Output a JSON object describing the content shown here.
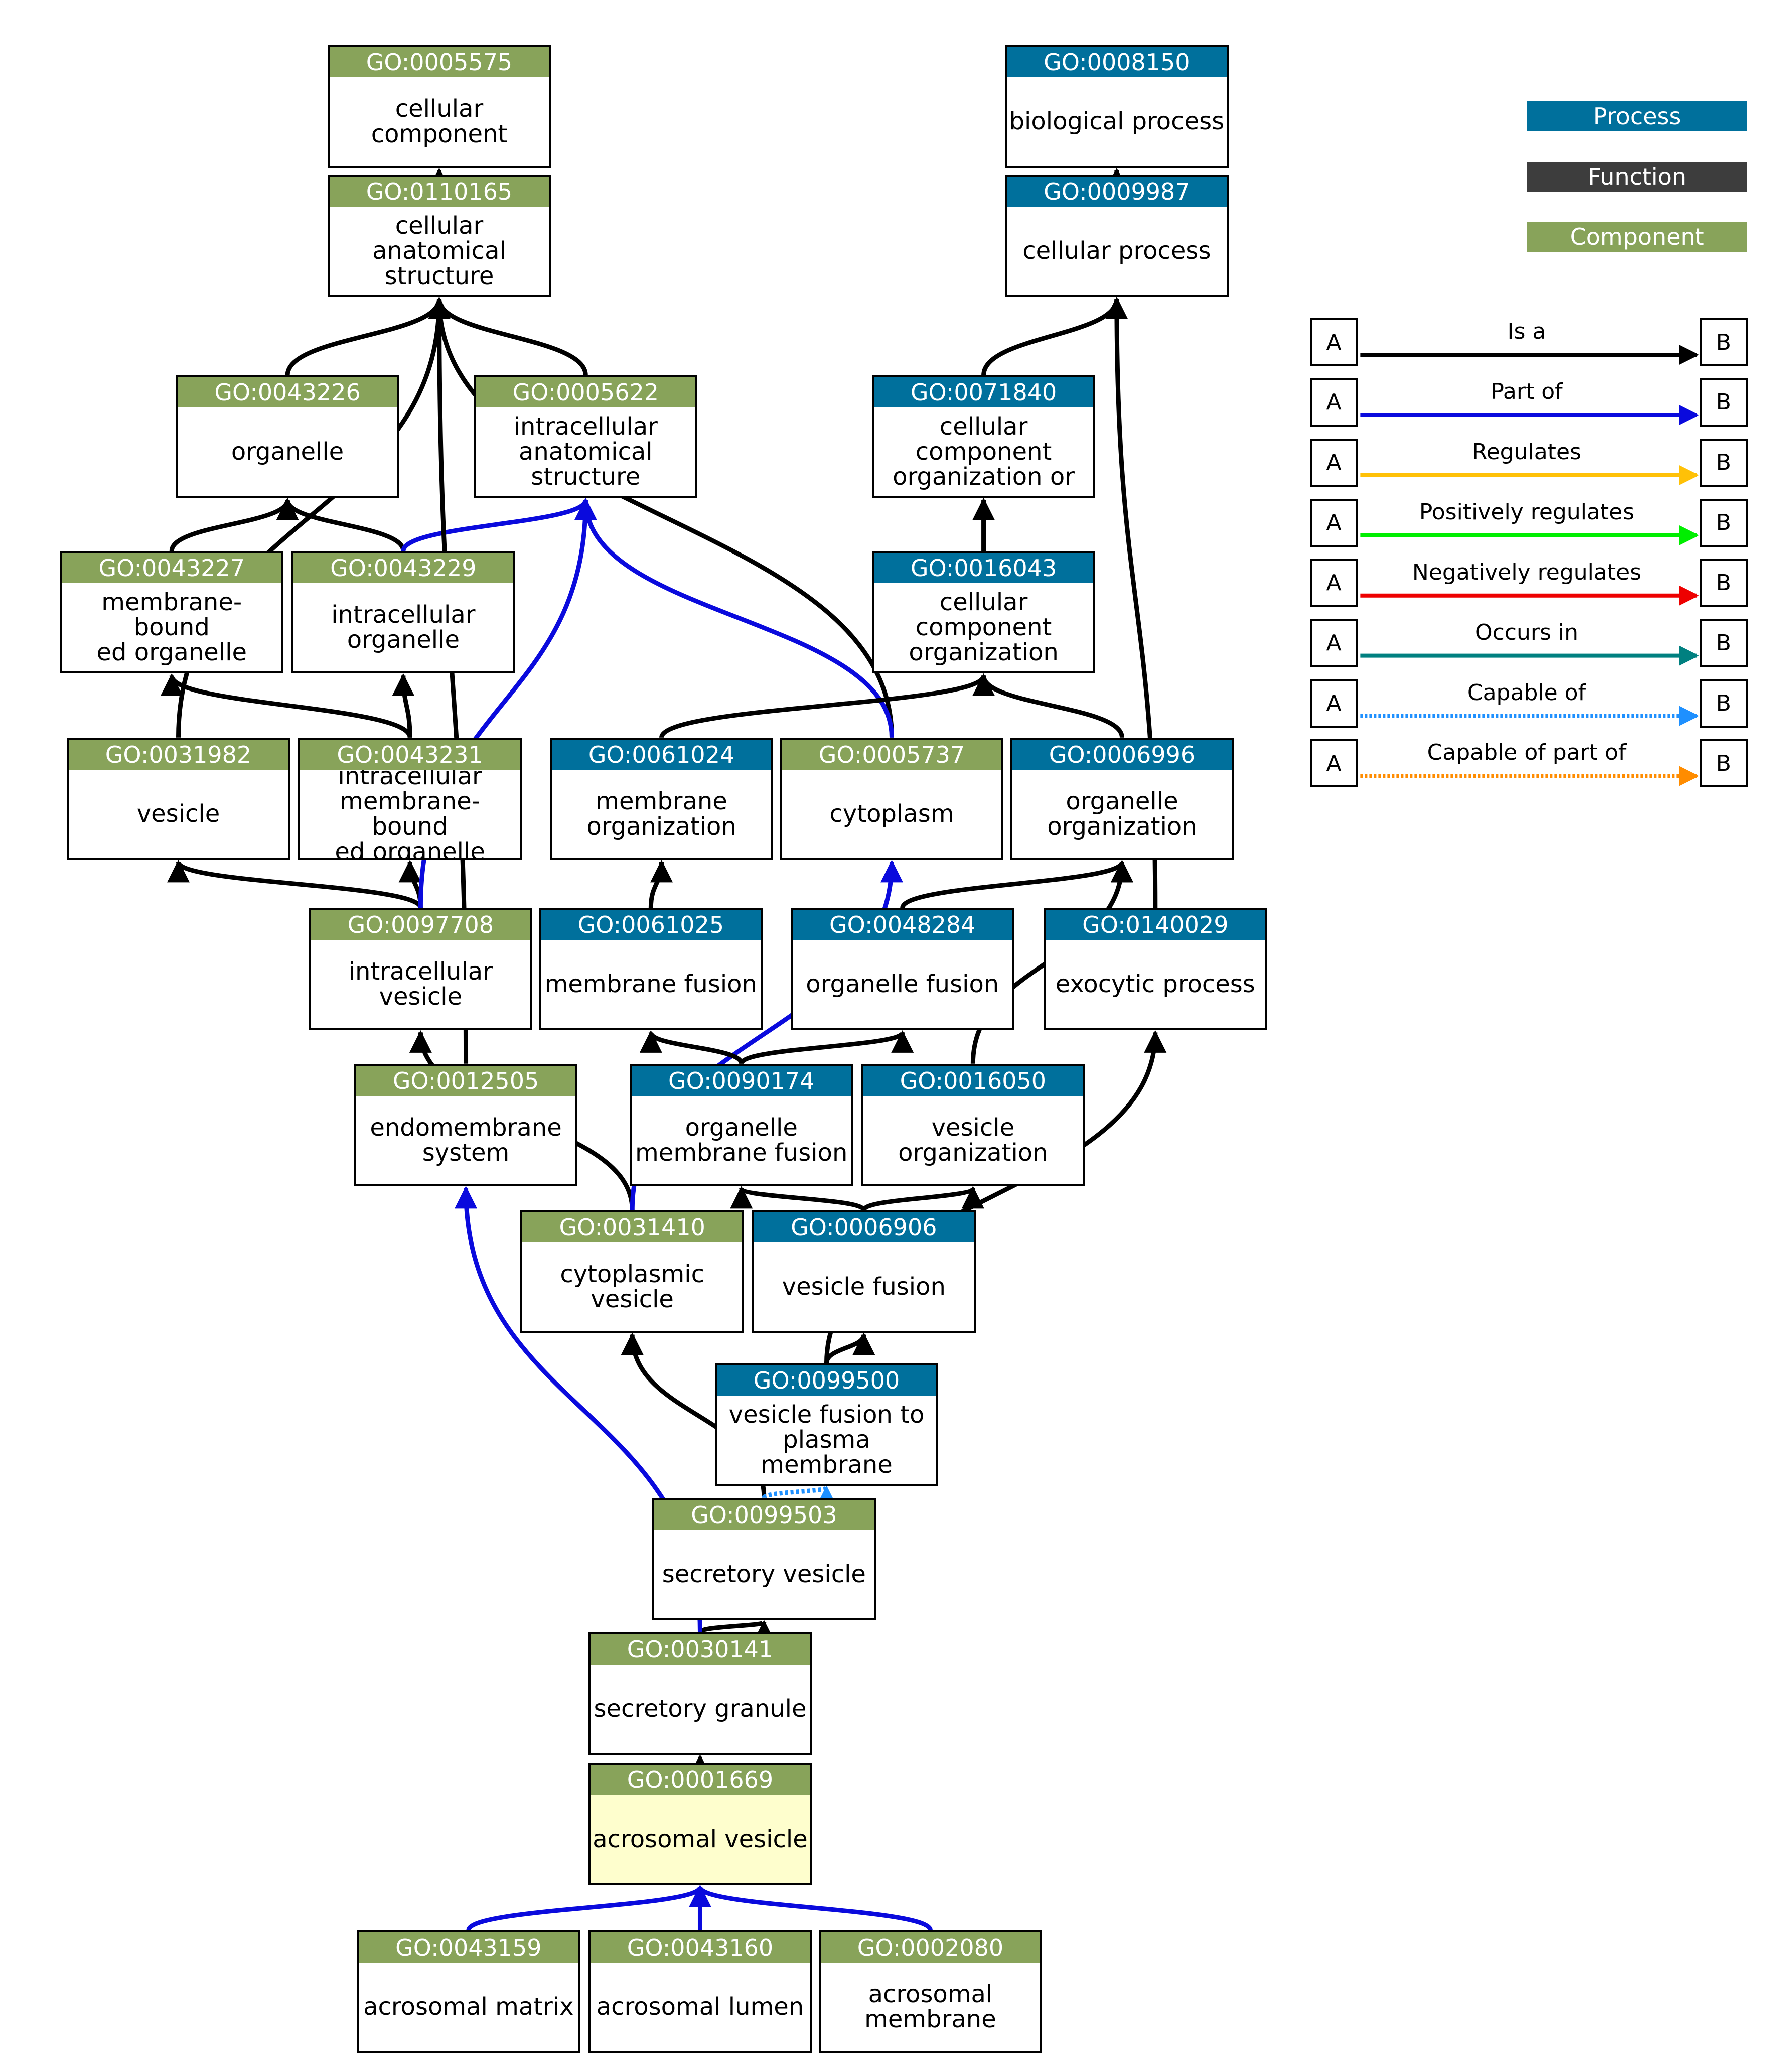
{
  "colors": {
    "process": "#00709c",
    "function": "#3d3d3d",
    "component": "#88a35a",
    "is_a": "#000000",
    "part_of": "#0a0add",
    "capable_of": "#1e90ff",
    "highlight_fill": "#fefecd"
  },
  "nodes": [
    {
      "id": "GO:0005575",
      "label": "cellular\ncomponent",
      "type": "component"
    },
    {
      "id": "GO:0110165",
      "label": "cellular\nanatomical\nstructure",
      "type": "component"
    },
    {
      "id": "GO:0043226",
      "label": "organelle",
      "type": "component"
    },
    {
      "id": "GO:0005622",
      "label": "intracellular\nanatomical\nstructure",
      "type": "component"
    },
    {
      "id": "GO:0043227",
      "label": "membrane-bound\ned organelle",
      "type": "component"
    },
    {
      "id": "GO:0043229",
      "label": "intracellular\norganelle",
      "type": "component"
    },
    {
      "id": "GO:0031982",
      "label": "vesicle",
      "type": "component"
    },
    {
      "id": "GO:0043231",
      "label": "intracellular\nmembrane-bound\ned organelle",
      "type": "component"
    },
    {
      "id": "GO:0097708",
      "label": "intracellular\nvesicle",
      "type": "component"
    },
    {
      "id": "GO:0012505",
      "label": "endomembrane\nsystem",
      "type": "component"
    },
    {
      "id": "GO:0031410",
      "label": "cytoplasmic\nvesicle",
      "type": "component"
    },
    {
      "id": "GO:0005737",
      "label": "cytoplasm",
      "type": "component"
    },
    {
      "id": "GO:0099503",
      "label": "secretory vesicle",
      "type": "component"
    },
    {
      "id": "GO:0030141",
      "label": "secretory granule",
      "type": "component"
    },
    {
      "id": "GO:0001669",
      "label": "acrosomal vesicle",
      "type": "component",
      "highlight": true
    },
    {
      "id": "GO:0043159",
      "label": "acrosomal matrix",
      "type": "component"
    },
    {
      "id": "GO:0043160",
      "label": "acrosomal lumen",
      "type": "component"
    },
    {
      "id": "GO:0002080",
      "label": "acrosomal\nmembrane",
      "type": "component"
    },
    {
      "id": "GO:0008150",
      "label": "biological process",
      "type": "process"
    },
    {
      "id": "GO:0009987",
      "label": "cellular process",
      "type": "process"
    },
    {
      "id": "GO:0071840",
      "label": "cellular\ncomponent\norganization or",
      "type": "process"
    },
    {
      "id": "GO:0016043",
      "label": "cellular\ncomponent\norganization",
      "type": "process"
    },
    {
      "id": "GO:0061024",
      "label": "membrane\norganization",
      "type": "process"
    },
    {
      "id": "GO:0006996",
      "label": "organelle\norganization",
      "type": "process"
    },
    {
      "id": "GO:0061025",
      "label": "membrane fusion",
      "type": "process"
    },
    {
      "id": "GO:0048284",
      "label": "organelle fusion",
      "type": "process"
    },
    {
      "id": "GO:0140029",
      "label": "exocytic process",
      "type": "process"
    },
    {
      "id": "GO:0090174",
      "label": "organelle\nmembrane fusion",
      "type": "process"
    },
    {
      "id": "GO:0016050",
      "label": "vesicle\norganization",
      "type": "process"
    },
    {
      "id": "GO:0006906",
      "label": "vesicle fusion",
      "type": "process"
    },
    {
      "id": "GO:0099500",
      "label": "vesicle fusion to\nplasma\nmembrane",
      "type": "process"
    }
  ],
  "edges": [
    {
      "from": "GO:0110165",
      "to": "GO:0005575",
      "rel": "is_a"
    },
    {
      "from": "GO:0043226",
      "to": "GO:0110165",
      "rel": "is_a"
    },
    {
      "from": "GO:0005622",
      "to": "GO:0110165",
      "rel": "is_a"
    },
    {
      "from": "GO:0031982",
      "to": "GO:0110165",
      "rel": "is_a"
    },
    {
      "from": "GO:0005737",
      "to": "GO:0110165",
      "rel": "is_a"
    },
    {
      "from": "GO:0043227",
      "to": "GO:0043226",
      "rel": "is_a"
    },
    {
      "from": "GO:0043229",
      "to": "GO:0043226",
      "rel": "is_a"
    },
    {
      "from": "GO:0043229",
      "to": "GO:0005622",
      "rel": "part_of"
    },
    {
      "from": "GO:0043231",
      "to": "GO:0043227",
      "rel": "is_a"
    },
    {
      "from": "GO:0043231",
      "to": "GO:0043229",
      "rel": "is_a"
    },
    {
      "from": "GO:0097708",
      "to": "GO:0031982",
      "rel": "is_a"
    },
    {
      "from": "GO:0097708",
      "to": "GO:0043231",
      "rel": "is_a"
    },
    {
      "from": "GO:0097708",
      "to": "GO:0005622",
      "rel": "part_of"
    },
    {
      "from": "GO:0005737",
      "to": "GO:0005622",
      "rel": "part_of"
    },
    {
      "from": "GO:0012505",
      "to": "GO:0110165",
      "rel": "is_a"
    },
    {
      "from": "GO:0031410",
      "to": "GO:0097708",
      "rel": "is_a"
    },
    {
      "from": "GO:0031410",
      "to": "GO:0005737",
      "rel": "part_of"
    },
    {
      "from": "GO:0099503",
      "to": "GO:0031410",
      "rel": "is_a"
    },
    {
      "from": "GO:0099503",
      "to": "GO:0099500",
      "rel": "capable_of"
    },
    {
      "from": "GO:0030141",
      "to": "GO:0099503",
      "rel": "is_a"
    },
    {
      "from": "GO:0030141",
      "to": "GO:0012505",
      "rel": "part_of"
    },
    {
      "from": "GO:0001669",
      "to": "GO:0030141",
      "rel": "is_a"
    },
    {
      "from": "GO:0043159",
      "to": "GO:0001669",
      "rel": "part_of"
    },
    {
      "from": "GO:0043160",
      "to": "GO:0001669",
      "rel": "part_of"
    },
    {
      "from": "GO:0002080",
      "to": "GO:0001669",
      "rel": "part_of"
    },
    {
      "from": "GO:0009987",
      "to": "GO:0008150",
      "rel": "is_a"
    },
    {
      "from": "GO:0071840",
      "to": "GO:0009987",
      "rel": "is_a"
    },
    {
      "from": "GO:0016043",
      "to": "GO:0071840",
      "rel": "is_a"
    },
    {
      "from": "GO:0061024",
      "to": "GO:0016043",
      "rel": "is_a"
    },
    {
      "from": "GO:0006996",
      "to": "GO:0016043",
      "rel": "is_a"
    },
    {
      "from": "GO:0061025",
      "to": "GO:0061024",
      "rel": "is_a"
    },
    {
      "from": "GO:0048284",
      "to": "GO:0006996",
      "rel": "is_a"
    },
    {
      "from": "GO:0140029",
      "to": "GO:0009987",
      "rel": "is_a"
    },
    {
      "from": "GO:0090174",
      "to": "GO:0061025",
      "rel": "is_a"
    },
    {
      "from": "GO:0090174",
      "to": "GO:0048284",
      "rel": "is_a"
    },
    {
      "from": "GO:0016050",
      "to": "GO:0006996",
      "rel": "is_a"
    },
    {
      "from": "GO:0006906",
      "to": "GO:0090174",
      "rel": "is_a"
    },
    {
      "from": "GO:0006906",
      "to": "GO:0016050",
      "rel": "is_a"
    },
    {
      "from": "GO:0099500",
      "to": "GO:0006906",
      "rel": "is_a"
    },
    {
      "from": "GO:0099500",
      "to": "GO:0140029",
      "rel": "is_a"
    }
  ],
  "legend": {
    "ontologies": [
      {
        "key": "process",
        "label": "Process"
      },
      {
        "key": "function",
        "label": "Function"
      },
      {
        "key": "component",
        "label": "Component"
      }
    ],
    "box_a": "A",
    "box_b": "B",
    "relations": [
      {
        "label": "Is a",
        "color": "#000000",
        "style": "solid"
      },
      {
        "label": "Part of",
        "color": "#0a0add",
        "style": "solid"
      },
      {
        "label": "Regulates",
        "color": "#ffc107",
        "style": "solid"
      },
      {
        "label": "Positively regulates",
        "color": "#00ee00",
        "style": "solid"
      },
      {
        "label": "Negatively regulates",
        "color": "#ee0000",
        "style": "solid"
      },
      {
        "label": "Occurs in",
        "color": "#008080",
        "style": "solid"
      },
      {
        "label": "Capable of",
        "color": "#1e90ff",
        "style": "dotted"
      },
      {
        "label": "Capable of part of",
        "color": "#ff8c00",
        "style": "dotted"
      }
    ]
  }
}
